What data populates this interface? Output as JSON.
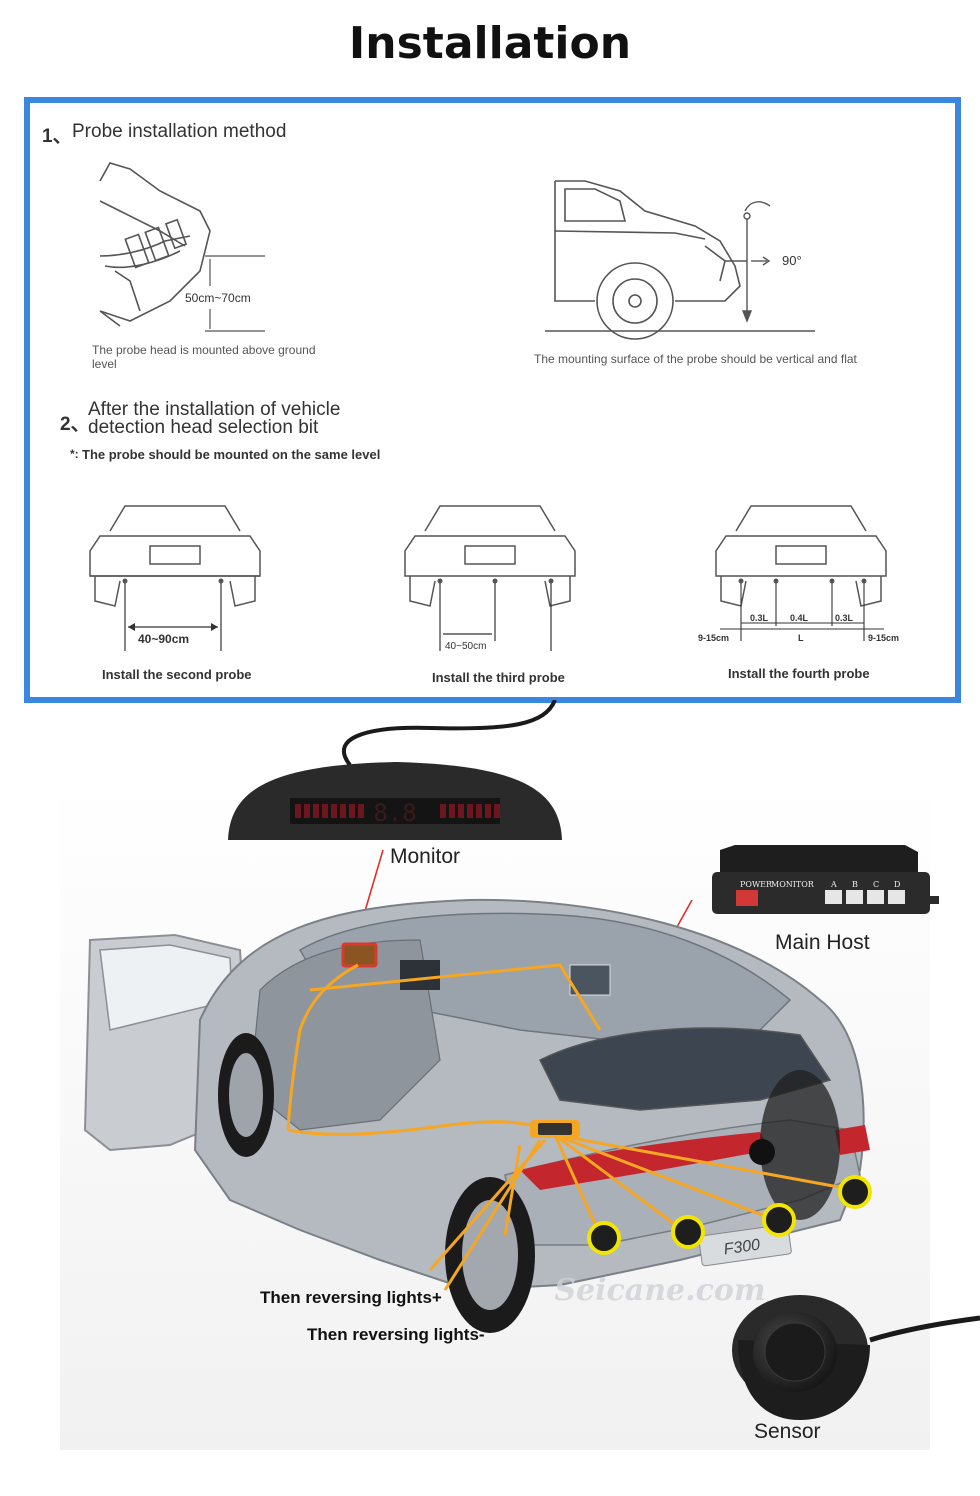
{
  "page_title": "Installation",
  "method_panel": {
    "section1": {
      "number": "1、",
      "heading": "Probe installation method",
      "left_dimension": "50cm~70cm",
      "left_caption_line1": "The probe head is mounted above ground",
      "left_caption_line2": "level",
      "right_angle": "90°",
      "right_caption": "The mounting surface of the probe should be vertical and flat"
    },
    "section2": {
      "number": "2、",
      "heading_line1": "After the installation of vehicle",
      "heading_line2": "detection head selection bit",
      "note": "The probe should be mounted on the same level",
      "note_marker": "*:",
      "car1": {
        "dimension": "40~90cm",
        "caption": "Install the second probe"
      },
      "car2": {
        "dimension": "40~50cm",
        "caption": "Install the third probe"
      },
      "car3": {
        "left_gap": "9-15cm",
        "right_gap": "9-15cm",
        "seg_a": "0.3L",
        "seg_b": "0.4L",
        "seg_c": "0.3L",
        "total": "L",
        "caption": "Install the fourth probe"
      }
    }
  },
  "components": {
    "monitor_label": "Monitor",
    "monitor_display": "8.8",
    "main_host_label": "Main Host",
    "host_ports": [
      "POWER",
      "MONITOR",
      "A",
      "B",
      "C",
      "D"
    ],
    "sensor_label": "Sensor",
    "wire_label_1": "Then reversing lights+",
    "wire_label_2": "Then reversing lights-",
    "car_plate": "F300",
    "watermark": "Seicane.com"
  },
  "colors": {
    "panel_border": "#3a87e0",
    "wiring": "#f5a623",
    "sensor_ring": "#f2e600",
    "leader_line": "#e0302a"
  }
}
